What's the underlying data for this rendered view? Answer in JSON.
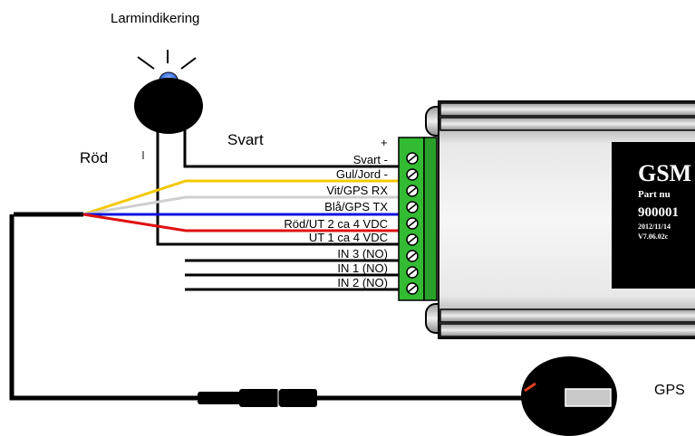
{
  "labels": {
    "alarm_indicator": "Larmindikering",
    "red": "Röd",
    "black": "Svart",
    "plus": "+",
    "gps": "GPS"
  },
  "wire_labels": [
    "Svart -",
    "Gul/Jord -",
    "Vit/GPS RX",
    "Blå/GPS TX",
    "Röd/UT 2 ca 4 VDC",
    "UT 1 ca 4 VDC",
    "IN 3 (NO)",
    "IN 1 (NO)",
    "IN 2 (NO)"
  ],
  "device": {
    "title": "GSM",
    "part_line": "Part nu",
    "serial": "900001",
    "date": "2012/11/14",
    "version": "V7.06.02c"
  },
  "colors": {
    "yellow_wire": "#f5c800",
    "white_wire": "#cfcfcf",
    "blue_wire": "#1010e0",
    "red_wire": "#e01010",
    "terminal_green": "#33bb33",
    "beacon_blue": "#1f4fd8"
  }
}
